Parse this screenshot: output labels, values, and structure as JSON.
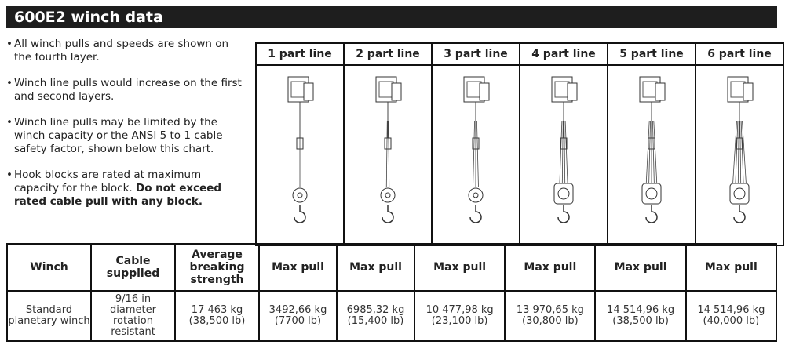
{
  "title": "600E2 winch data",
  "notes": [
    {
      "text": "All winch pulls and speeds are shown on the fourth layer.",
      "bold": ""
    },
    {
      "text": "Winch line pulls would increase on the first and second layers.",
      "bold": ""
    },
    {
      "text": "Winch line pulls may be limited by the winch capacity or the ANSI 5 to 1 cable safety factor, shown below this chart.",
      "bold": ""
    },
    {
      "text": "Hook blocks are rated at maximum capacity for the block. ",
      "bold": "Do not exceed rated cable pull with any block."
    }
  ],
  "part_lines": [
    "1 part line",
    "2 part line",
    "3 part line",
    "4 part line",
    "5 part line",
    "6 part line"
  ],
  "headers": {
    "winch": "Winch",
    "cable": "Cable supplied",
    "strength": "Average breaking strength",
    "max_pull": "Max pull"
  },
  "row": {
    "winch": "Standard planetary winch",
    "cable": "9/16 in diameter rotation resistant",
    "strength_kg": "17 463 kg",
    "strength_lb": "(38,500 lb)",
    "pulls": [
      {
        "kg": "3492,66 kg",
        "lb": "(7700 lb)"
      },
      {
        "kg": "6985,32 kg",
        "lb": "(15,400 lb)"
      },
      {
        "kg": "10 477,98 kg",
        "lb": "(23,100 lb)"
      },
      {
        "kg": "13 970,65 kg",
        "lb": "(30,800 lb)"
      },
      {
        "kg": "14 514,96  kg",
        "lb": "(38,500 lb)"
      },
      {
        "kg": "14 514,96 kg",
        "lb": "(40,000 lb)"
      }
    ]
  }
}
